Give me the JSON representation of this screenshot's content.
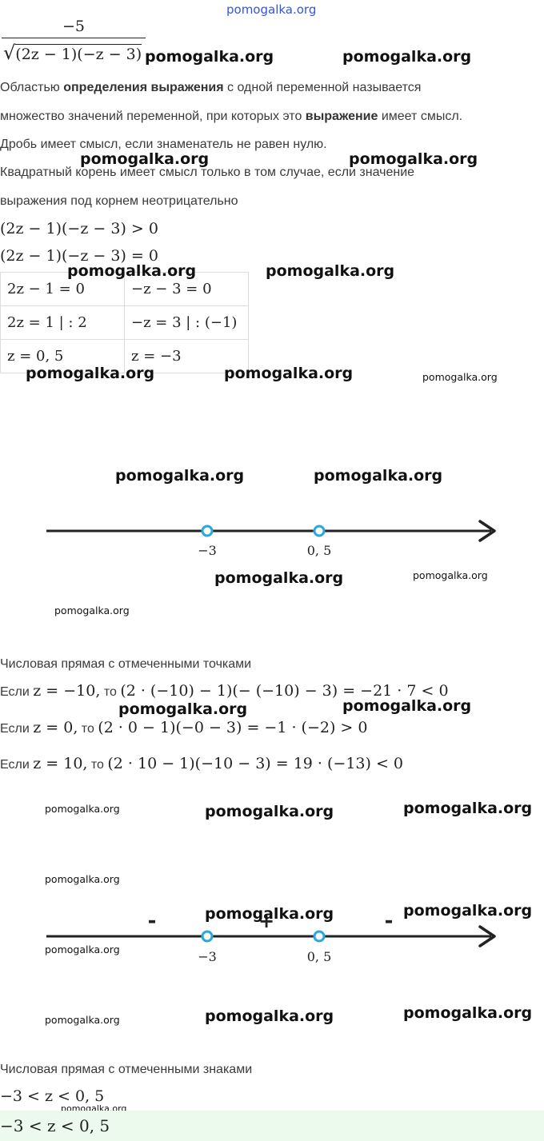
{
  "watermark": "pomogalka.org",
  "fraction": {
    "numerator": "−5",
    "denominator": "(2z − 1)(−z − 3)"
  },
  "definition": {
    "p1_a": "Областью ",
    "p1_b": "определения выражения",
    "p1_c": " с одной переменной называется",
    "p2_a": "множество значений переменной, при которых это ",
    "p2_b": "выражение",
    "p2_c": " имеет смысл.",
    "p3": "Дробь имеет смысл, если знаменатель не равен нулю.",
    "p4": "Квадратный корень имеет смысл только в том случае, если значение",
    "p5": "выражения под корнем неотрицательно"
  },
  "inequality": "(2z − 1)(−z − 3) > 0",
  "equation": "(2z − 1)(−z − 3) = 0",
  "table": [
    [
      "2z − 1 = 0",
      "−z − 3 = 0"
    ],
    [
      "2z = 1   | : 2",
      "−z = 3   | : (−1)"
    ],
    [
      "z = 0, 5",
      "z = −3"
    ]
  ],
  "number_line_1": {
    "points": [
      {
        "label": "−3",
        "value": -3
      },
      {
        "label": "0, 5",
        "value": 0.5
      }
    ],
    "arrow_color": "#222222",
    "point_color": "#29a8e0"
  },
  "caption_points": "Числовая прямая с отмеченными точками",
  "checks": [
    {
      "prefix": "Если ",
      "cond": "z = −10,",
      "mid": " то ",
      "expr": "(2 · (−10) − 1)(− (−10) − 3) = −21 · 7  <  0"
    },
    {
      "prefix": "Если ",
      "cond": "z = 0,",
      "mid": " то ",
      "expr": "(2 · 0 − 1)(−0 − 3) = −1 · (−2)  >  0"
    },
    {
      "prefix": "Если ",
      "cond": "z = 10,",
      "mid": " то ",
      "expr": "(2 · 10 − 1)(−10 − 3) = 19 · (−13)  <  0"
    }
  ],
  "number_line_2": {
    "points": [
      {
        "label": "−3",
        "value": -3
      },
      {
        "label": "0, 5",
        "value": 0.5
      }
    ],
    "signs": [
      "-",
      "+",
      "-"
    ]
  },
  "caption_signs": "Числовая прямая с отмеченными знаками",
  "solution": "−3  <  z  <  0, 5",
  "answer": "−3  <  z  <  0, 5",
  "colors": {
    "answer_bg": "#ecfaee",
    "watermark_top": "#3355dd"
  }
}
